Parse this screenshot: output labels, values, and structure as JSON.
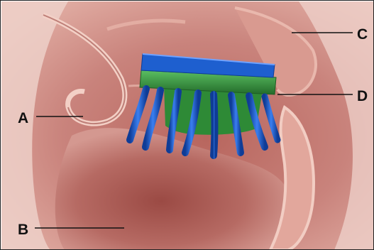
{
  "labels": {
    "a": "A",
    "b": "B",
    "c": "C",
    "d": "D"
  },
  "colors": {
    "tissue_base": "#c9837c",
    "tissue_dark": "#a6564f",
    "tissue_light": "#e8b3a8",
    "device_blue": "#1e5fcf",
    "device_blue_dark": "#0f3c96",
    "device_green": "#3d9a45",
    "device_green_dark": "#236b2a",
    "leader_line": "#111111"
  }
}
